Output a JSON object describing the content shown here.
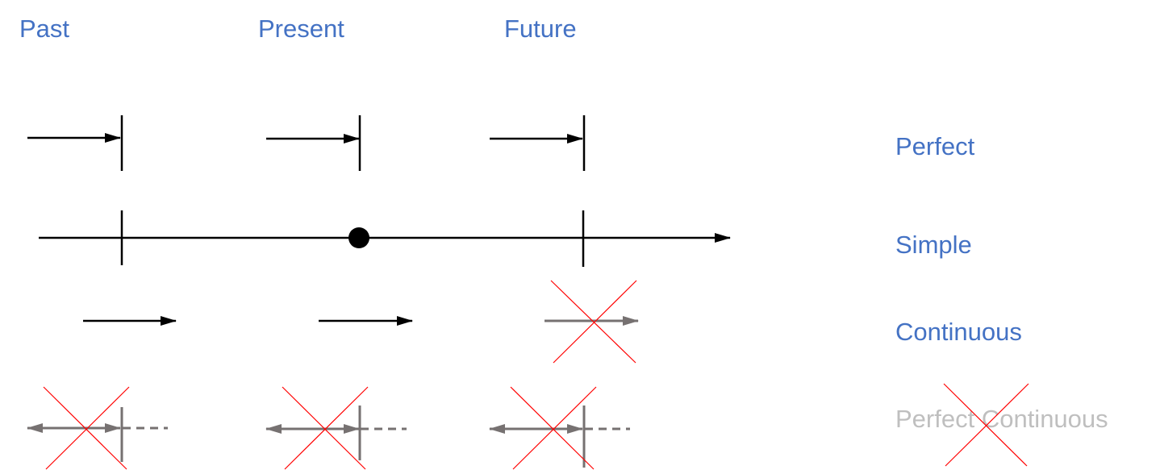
{
  "columns": {
    "past": "Past",
    "present": "Present",
    "future": "Future"
  },
  "rows": {
    "perfect": "Perfect",
    "simple": "Simple",
    "continuous": "Continuous",
    "perfect_continuous": "Perfect Continuous"
  },
  "colors": {
    "label": "#4472C4",
    "disabled_label": "#BFBFBF",
    "line": "#000000",
    "disabled_line": "#767171",
    "cross": "#FF0000"
  }
}
